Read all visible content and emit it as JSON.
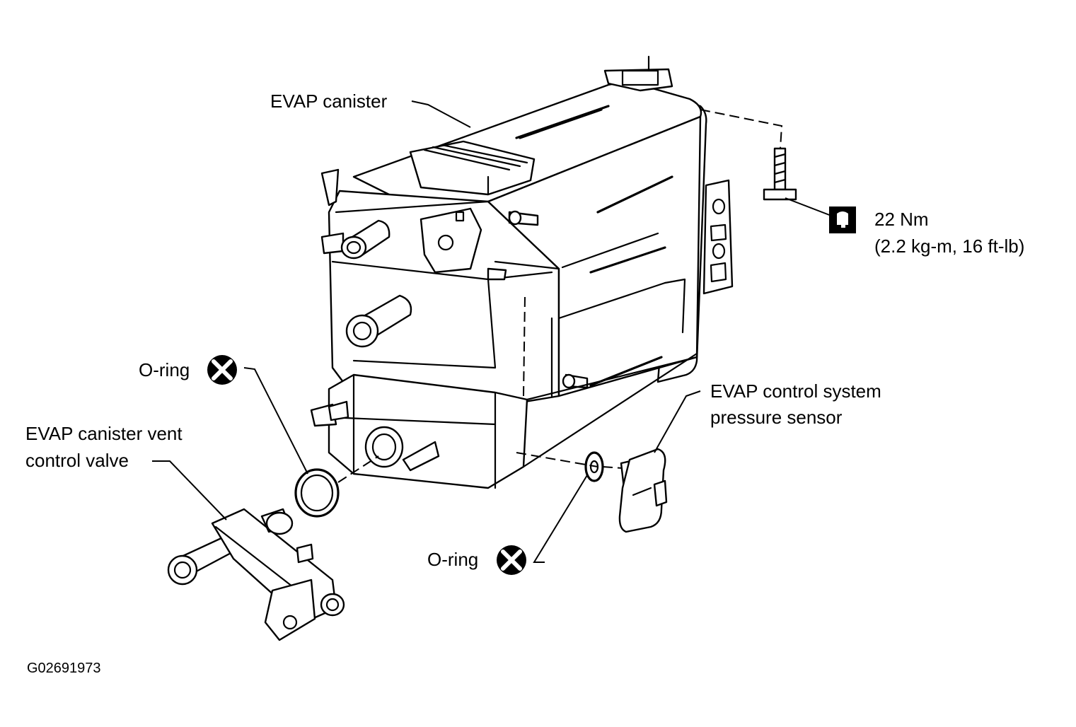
{
  "labels": {
    "evap_canister": "EVAP canister",
    "torque_value": "22 Nm",
    "torque_detail": "(2.2 kg-m, 16 ft-lb)",
    "o_ring_upper": "O-ring",
    "o_ring_lower": "O-ring",
    "vent_valve_line1": "EVAP canister vent",
    "vent_valve_line2": "control valve",
    "pressure_sensor_line1": "EVAP control system",
    "pressure_sensor_line2": "pressure sensor",
    "figure_id": "G02691973"
  },
  "icons": {
    "replace_symbol": "x-in-circle-icon",
    "torque_symbol": "torque-wrench-icon"
  },
  "colors": {
    "line": "#000000",
    "background": "#ffffff"
  }
}
